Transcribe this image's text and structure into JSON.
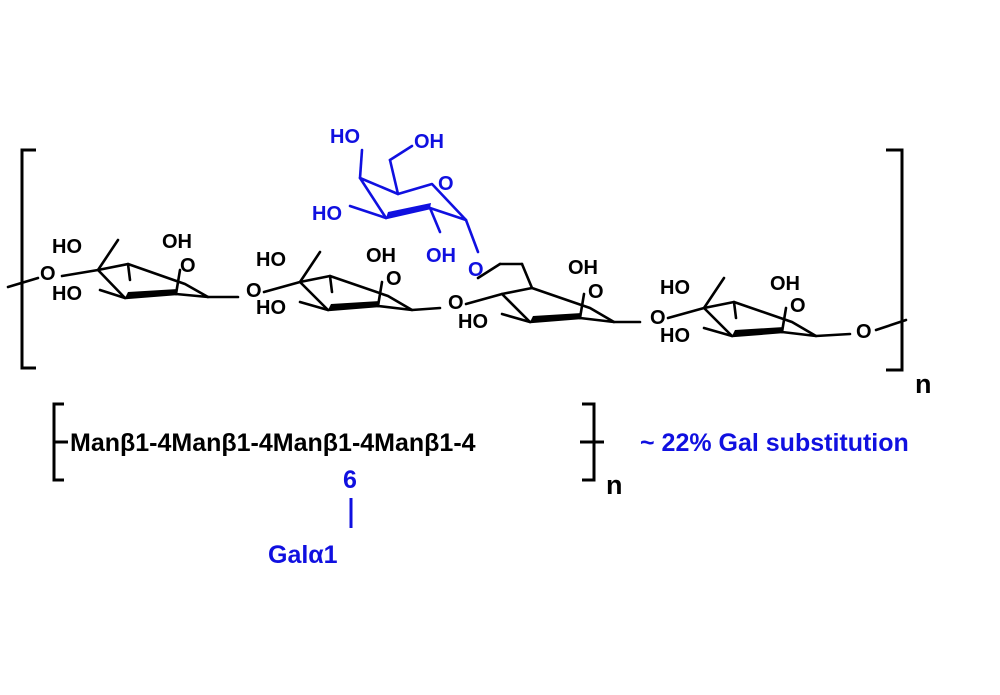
{
  "colors": {
    "backbone": "#000000",
    "galactose": "#1010e0"
  },
  "structure": {
    "repeat_label": "n",
    "man_units": [
      {
        "labels": [
          "HO",
          "HO",
          "OH",
          "O",
          "O"
        ]
      },
      {
        "labels": [
          "HO",
          "HO",
          "OH",
          "O",
          "O"
        ]
      },
      {
        "labels": [
          "HO",
          "OH",
          "O",
          "O"
        ]
      },
      {
        "labels": [
          "HO",
          "HO",
          "OH",
          "O",
          "O"
        ]
      }
    ],
    "gal_unit": {
      "labels": [
        "HO",
        "OH",
        "HO",
        "O",
        "OH",
        "O"
      ]
    }
  },
  "sequence": {
    "text": "Manβ1-4Manβ1-4Manβ1-4Manβ1-4",
    "repeat_label": "n",
    "branch_position": "6",
    "branch_residue": "Galα1",
    "substitution_note": "~ 22% Gal substitution"
  }
}
